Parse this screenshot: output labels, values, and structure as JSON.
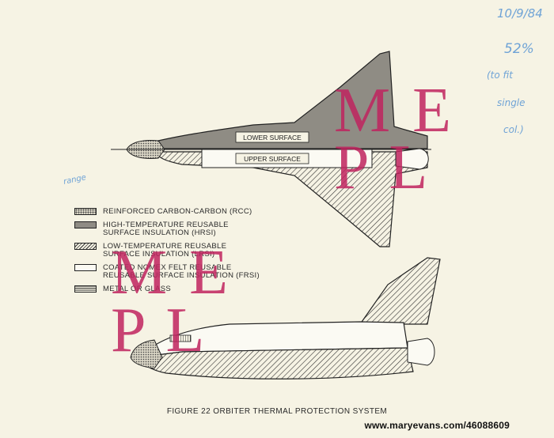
{
  "labels": {
    "lower_surface": "LOWER SURFACE",
    "upper_surface": "UPPER SURFACE"
  },
  "legend": [
    {
      "swatch": "rcc",
      "lines": [
        "REINFORCED CARBON-CARBON (RCC)"
      ]
    },
    {
      "swatch": "hrsi",
      "lines": [
        "HIGH-TEMPERATURE REUSABLE",
        "SURFACE INSULATION (HRSI)"
      ]
    },
    {
      "swatch": "lrsi",
      "lines": [
        "LOW-TEMPERATURE REUSABLE",
        "SURFACE INSULATION (LRSI)"
      ]
    },
    {
      "swatch": "frsi",
      "lines": [
        "COATED NOMEX FELT REUSABLE",
        "REUSABLE SURFACE INSULATION (FRSI)"
      ]
    },
    {
      "swatch": "glass",
      "lines": [
        "METAL OR GLASS"
      ]
    }
  ],
  "caption": "FIGURE 22 ORBITER THERMAL PROTECTION SYSTEM",
  "credit": "www.maryevans.com/46088609",
  "handwriting": {
    "date": "10/9/84",
    "percent": "52%",
    "note1": "(to fit",
    "note2": "single",
    "note3": "col.)",
    "range": "range"
  },
  "watermark": {
    "top_me": "M E",
    "top_pl": "P L",
    "bottom_me": "M E",
    "bottom_pl": "P L"
  },
  "colors": {
    "paper": "#f6f3e4",
    "ink": "#222222",
    "hrsi_gray": "#8f8c84",
    "watermark": "#c0245f",
    "pencil_blue": "#6fa3d6"
  }
}
